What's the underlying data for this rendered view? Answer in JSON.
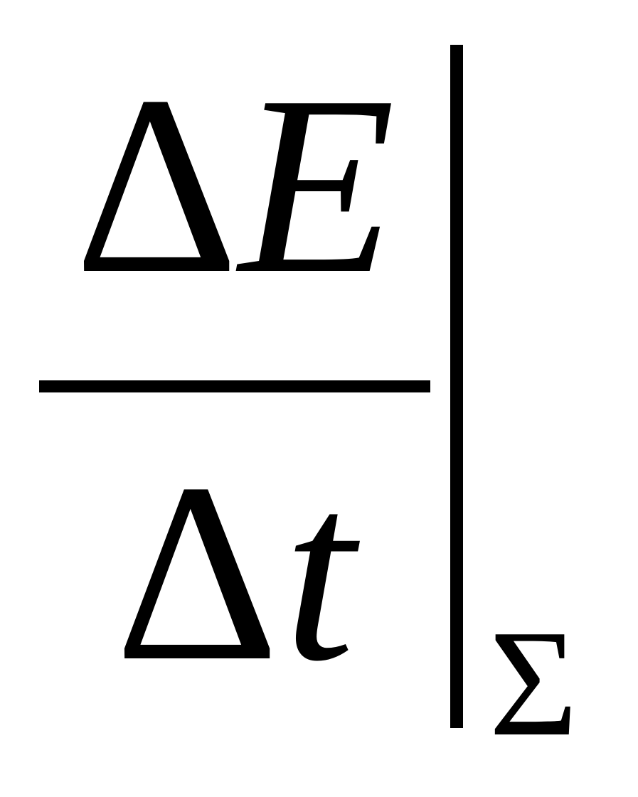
{
  "formula": {
    "numerator": {
      "operator": "Δ",
      "variable": "E"
    },
    "denominator": {
      "operator": "Δ",
      "variable": "t"
    },
    "evaluation_subscript": "Σ"
  }
}
